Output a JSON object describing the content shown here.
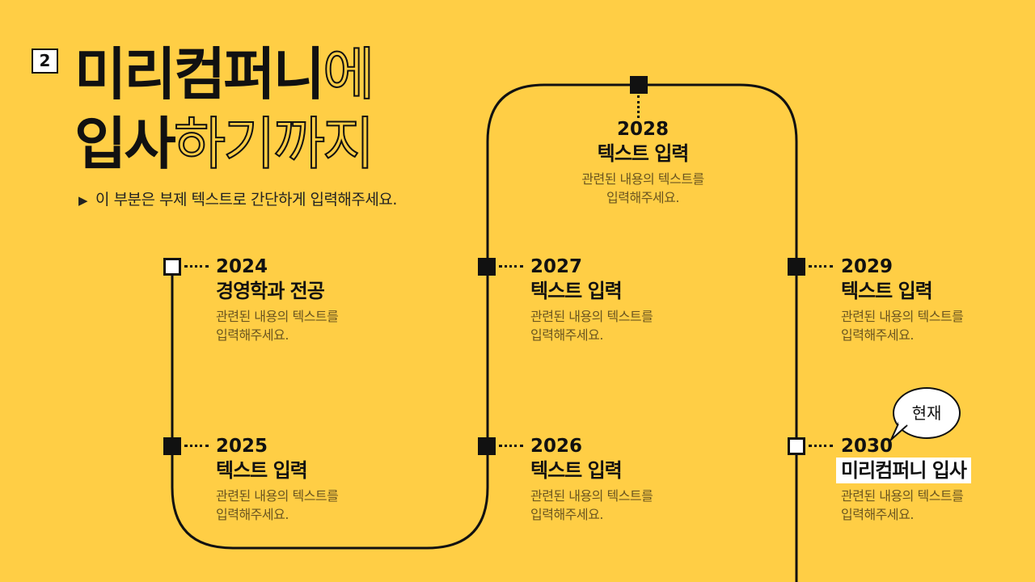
{
  "badge": {
    "number": "2"
  },
  "title": {
    "line1_solid": "미리컴퍼니",
    "line1_outline": "에",
    "line2_solid": "입사",
    "line2_outline": "하기까지"
  },
  "subtitle": {
    "arrow": "▶",
    "text": "이 부분은 부제 텍스트로 간단하게 입력해주세요."
  },
  "colors": {
    "background": "#FFCE45",
    "line": "#111111",
    "desc_text": "#6B5620"
  },
  "timeline": [
    {
      "year": "2024",
      "heading": "경영학과 전공",
      "desc1": "관련된 내용의 텍스트를",
      "desc2": "입력해주세요.",
      "node": "hollow"
    },
    {
      "year": "2025",
      "heading": "텍스트 입력",
      "desc1": "관련된 내용의 텍스트를",
      "desc2": "입력해주세요.",
      "node": "filled"
    },
    {
      "year": "2026",
      "heading": "텍스트 입력",
      "desc1": "관련된 내용의 텍스트를",
      "desc2": "입력해주세요.",
      "node": "filled"
    },
    {
      "year": "2027",
      "heading": "텍스트 입력",
      "desc1": "관련된 내용의 텍스트를",
      "desc2": "입력해주세요.",
      "node": "filled"
    },
    {
      "year": "2028",
      "heading": "텍스트 입력",
      "desc1": "관련된 내용의 텍스트를",
      "desc2": "입력해주세요.",
      "node": "filled"
    },
    {
      "year": "2029",
      "heading": "텍스트 입력",
      "desc1": "관련된 내용의 텍스트를",
      "desc2": "입력해주세요.",
      "node": "filled"
    },
    {
      "year": "2030",
      "heading": "미리컴퍼니 입사",
      "desc1": "관련된 내용의 텍스트를",
      "desc2": "입력해주세요.",
      "node": "hollow"
    }
  ],
  "bubble": {
    "label": "현재"
  }
}
